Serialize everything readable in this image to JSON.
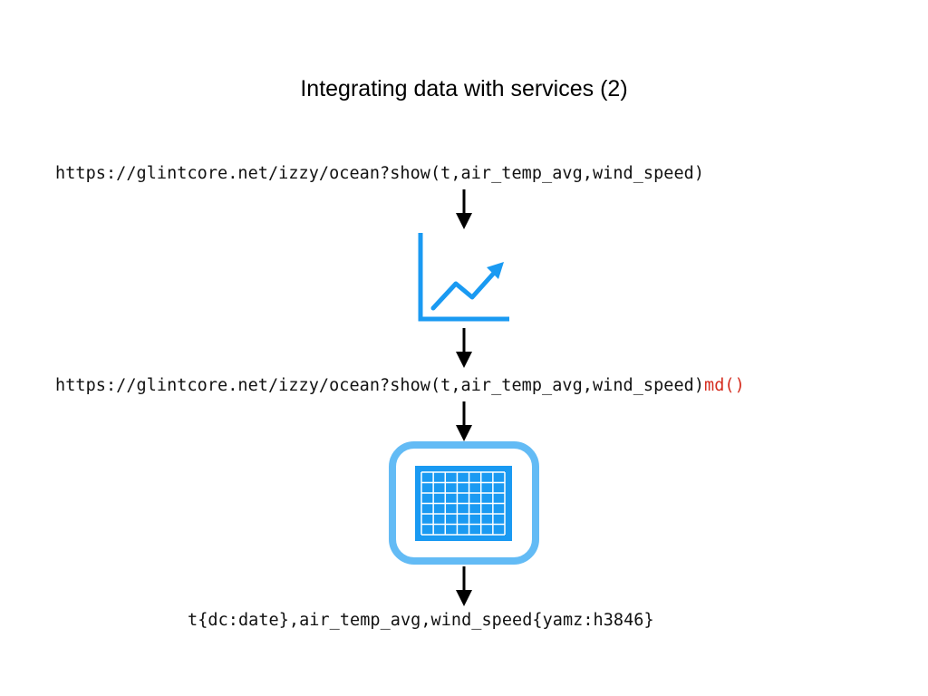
{
  "title": "Integrating data with services (2)",
  "steps": {
    "url1": "https://glintcore.net/izzy/ocean?show(t,air_temp_avg,wind_speed)",
    "url2_base": "https://glintcore.net/izzy/ocean?show(t,air_temp_avg,wind_speed)",
    "url2_suffix": "md()",
    "result": "t{dc:date},air_temp_avg,wind_speed{yamz:h3846}"
  },
  "icons": {
    "chart": "line-chart-icon",
    "table": "table-grid-icon",
    "arrow": "down-arrow-icon"
  },
  "colors": {
    "icon_blue": "#1a9af2",
    "icon_light_blue": "#63bbf5",
    "highlight_red": "#d52d1f",
    "arrow": "#000000"
  }
}
